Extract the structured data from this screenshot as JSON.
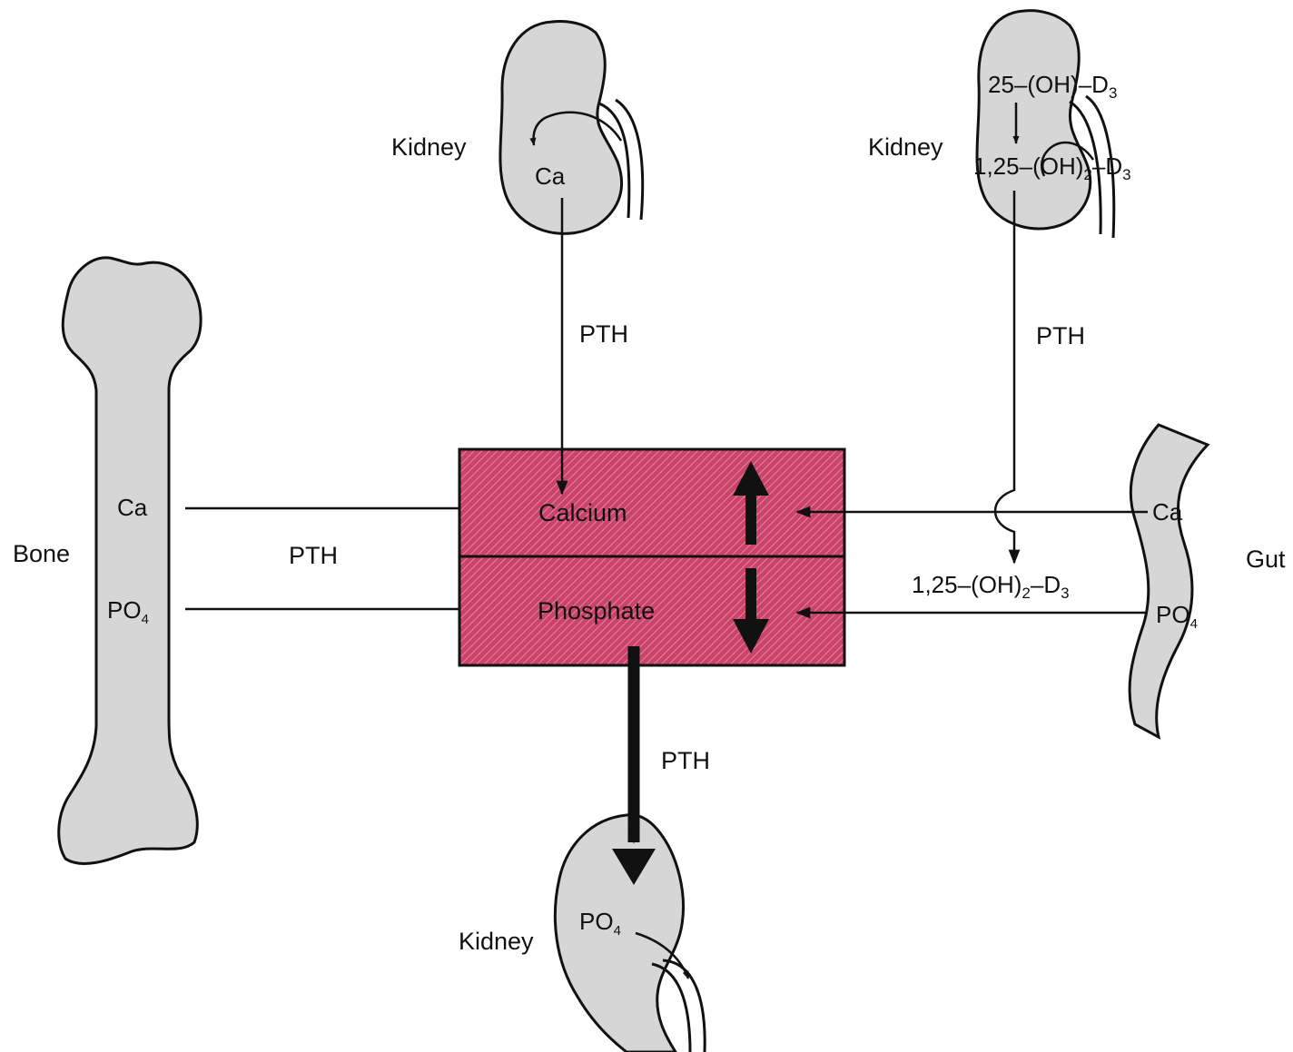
{
  "colors": {
    "pool_fill": "#c9436b",
    "pool_hatch": "#e783a0",
    "organ_fill": "#d6d6d6",
    "line": "#111111"
  },
  "kidney_top": {
    "label": "Kidney",
    "content": "Ca",
    "hormone": "PTH"
  },
  "kidney_right": {
    "label": "Kidney",
    "precursor": "25–(OH)–D",
    "precursor_sub": "3",
    "product": "1,25–(OH)",
    "product_sub": "2",
    "product_tail": "–D",
    "product_tail_sub": "3",
    "hormone": "PTH"
  },
  "bone": {
    "label": "Bone",
    "calcium": "Ca",
    "phosphate": "PO",
    "phosphate_sub": "4",
    "hormone": "PTH"
  },
  "extracellular_pool": {
    "calcium_label": "Calcium",
    "phosphate_label": "Phosphate",
    "calcium_trend": "up",
    "phosphate_trend": "down"
  },
  "gut": {
    "label": "Gut",
    "calcium": "Ca",
    "phosphate": "PO",
    "phosphate_sub": "4",
    "vitamin": "1,25–(OH)",
    "vitamin_sub": "2",
    "vitamin_tail": "–D",
    "vitamin_tail_sub": "3"
  },
  "kidney_bottom": {
    "label": "Kidney",
    "content": "PO",
    "content_sub": "4",
    "hormone": "PTH"
  }
}
